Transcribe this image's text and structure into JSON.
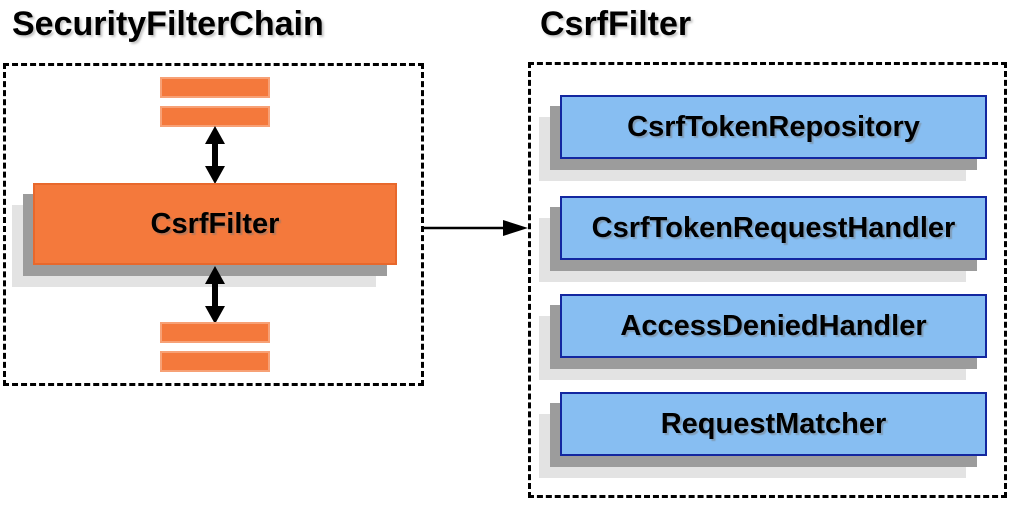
{
  "diagram": {
    "left": {
      "title": "SecurityFilterChain",
      "filter_label": "CsrfFilter"
    },
    "right": {
      "title": "CsrfFilter",
      "components": [
        "CsrfTokenRepository",
        "CsrfTokenRequestHandler",
        "AccessDeniedHandler",
        "RequestMatcher"
      ]
    },
    "colors": {
      "orange_fill": "#F4793C",
      "orange_border": "#E8682C",
      "bar_border": "#F7A176",
      "blue_fill": "#87BEF2",
      "blue_border": "#1327A0",
      "shadow_dark": "#9C9C9C",
      "shadow_light": "#E3E3E3",
      "arrow": "#000000",
      "dashed_border": "#000000",
      "background": "#FFFFFF"
    }
  }
}
